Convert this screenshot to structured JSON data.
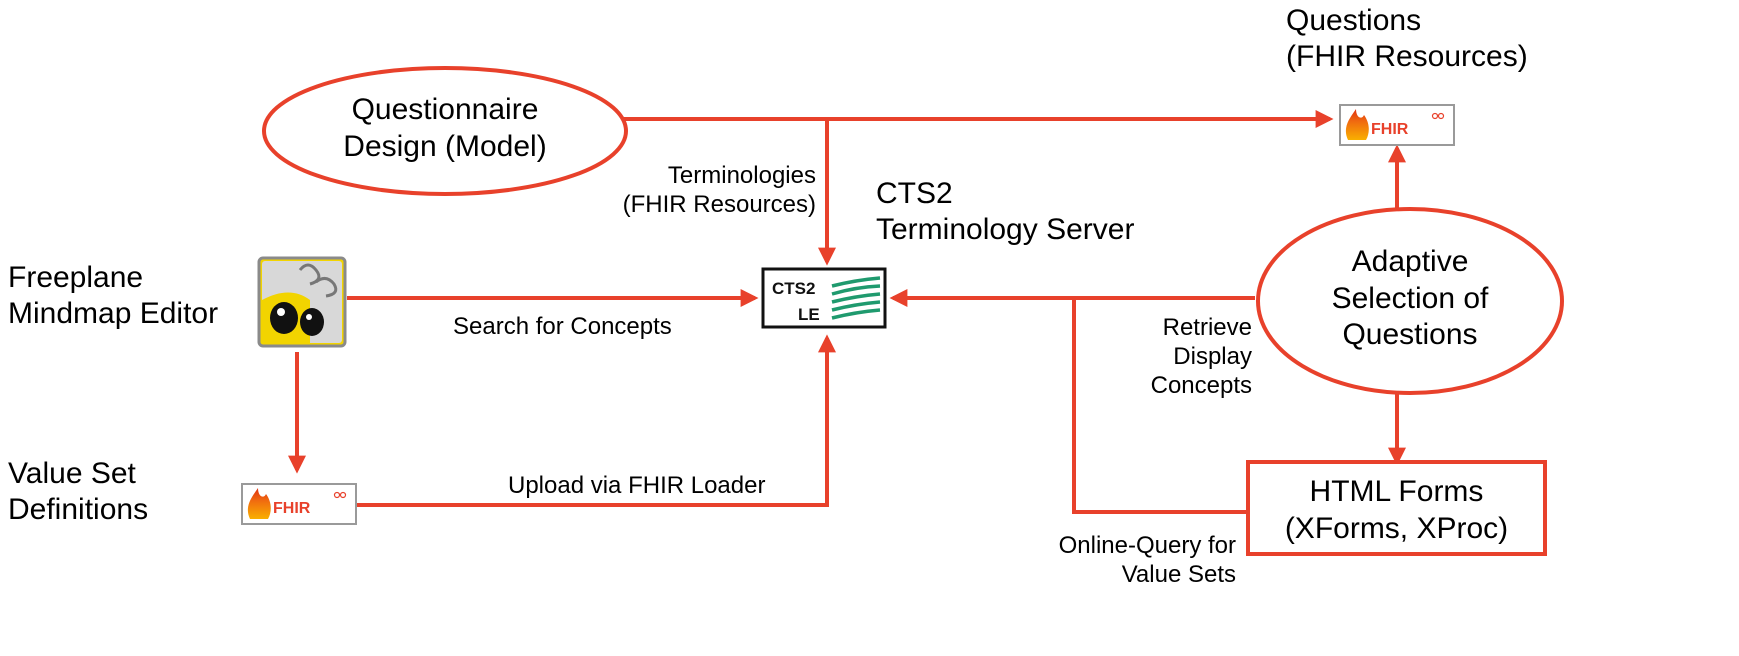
{
  "colors": {
    "arrow": "#e8412b",
    "fhir_text": "#e8412b",
    "cts_green": "#1f9a6e",
    "freeplane_yellow": "#f2d400"
  },
  "nodes": {
    "questionnaire_design": {
      "line1": "Questionnaire",
      "line2": "Design (Model)"
    },
    "adaptive_selection": {
      "line1": "Adaptive",
      "line2": "Selection of",
      "line3": "Questions"
    },
    "html_forms": {
      "line1": "HTML Forms",
      "line2": "(XForms, XProc)"
    },
    "cts2_logo": {
      "line1": "CTS2",
      "line2": "LE"
    },
    "fhir_logo_top": {
      "text": "FHIR"
    },
    "fhir_logo_bottom": {
      "text": "FHIR"
    }
  },
  "labels": {
    "questions_title": {
      "line1": "Questions",
      "line2": "(FHIR Resources)"
    },
    "cts2_server": {
      "line1": "CTS2",
      "line2": "Terminology Server"
    },
    "freeplane": {
      "line1": "Freeplane",
      "line2": "Mindmap Editor"
    },
    "value_set_definitions": {
      "line1": "Value Set",
      "line2": "Definitions"
    },
    "terminologies": {
      "line1": "Terminologies",
      "line2": "(FHIR Resources)"
    },
    "search_for_concepts": "Search for Concepts",
    "upload_via_fhir_loader": "Upload via FHIR Loader",
    "retrieve_display_concepts": {
      "line1": "Retrieve",
      "line2": "Display",
      "line3": "Concepts"
    },
    "online_query": {
      "line1": "Online-Query for",
      "line2": "Value Sets"
    }
  },
  "icons": {
    "freeplane": "freeplane-bee-icon",
    "fhir": "fhir-flame-icon",
    "cts2": "cts2-le-logo-icon"
  }
}
